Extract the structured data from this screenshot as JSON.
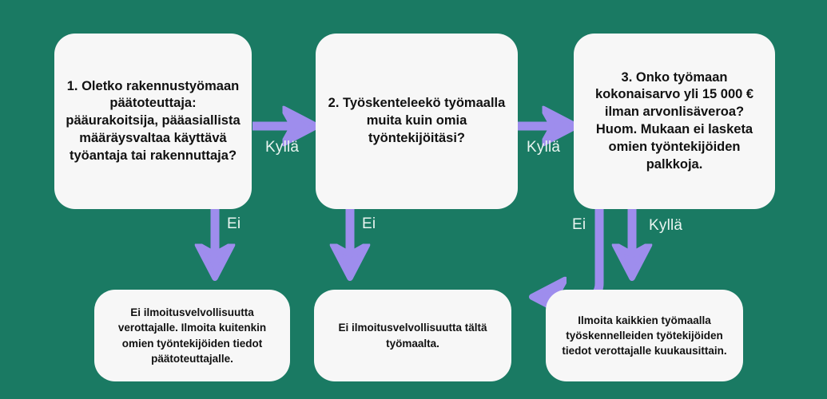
{
  "theme": {
    "background_color": "#1a7a63",
    "node_fill_color": "#f7f7f7",
    "node_text_color": "#111111",
    "arrow_color": "#9e8ded",
    "label_text_color": "#eaf5f1"
  },
  "diagram": {
    "type": "flowchart",
    "language": "fi",
    "nodes": [
      {
        "id": "q1",
        "kind": "question",
        "text": "1. Oletko rakennustyömaan päätoteuttaja: pääurakoitsija, pääasiallista määräysvaltaa käyttävä työantaja tai rakennuttaja?"
      },
      {
        "id": "q2",
        "kind": "question",
        "text": "2. Työskenteleekö työmaalla muita kuin omia työntekijöitäsi?"
      },
      {
        "id": "q3",
        "kind": "question",
        "text": "3. Onko työmaan kokonaisarvo yli 15 000 € ilman arvonlisäveroa? Huom. Mukaan ei lasketa omien työntekijöiden palkkoja."
      },
      {
        "id": "o1",
        "kind": "outcome",
        "text": "Ei ilmoitusvelvollisuutta verottajalle. Ilmoita kuitenkin omien työntekijöiden tiedot päätoteuttajalle."
      },
      {
        "id": "o2",
        "kind": "outcome",
        "text": "Ei ilmoitusvelvollisuutta tältä työmaalta."
      },
      {
        "id": "o3",
        "kind": "outcome",
        "text": "Ilmoita kaikkien työmaalla työskennelleiden työtekijöiden tiedot verottajalle kuukausittain."
      }
    ],
    "edges": [
      {
        "id": "e_q1_q2",
        "from": "q1",
        "to": "q2",
        "label": "Kyllä",
        "direction": "right"
      },
      {
        "id": "e_q2_q3",
        "from": "q2",
        "to": "q3",
        "label": "Kyllä",
        "direction": "right"
      },
      {
        "id": "e_q1_o1",
        "from": "q1",
        "to": "o1",
        "label": "Ei",
        "direction": "down"
      },
      {
        "id": "e_q2_o2",
        "from": "q2",
        "to": "o2",
        "label": "Ei",
        "direction": "down"
      },
      {
        "id": "e_q3_o2",
        "from": "q3",
        "to": "o2",
        "label": "Ei",
        "direction": "down-left"
      },
      {
        "id": "e_q3_o3",
        "from": "q3",
        "to": "o3",
        "label": "Kyllä",
        "direction": "down"
      }
    ]
  }
}
